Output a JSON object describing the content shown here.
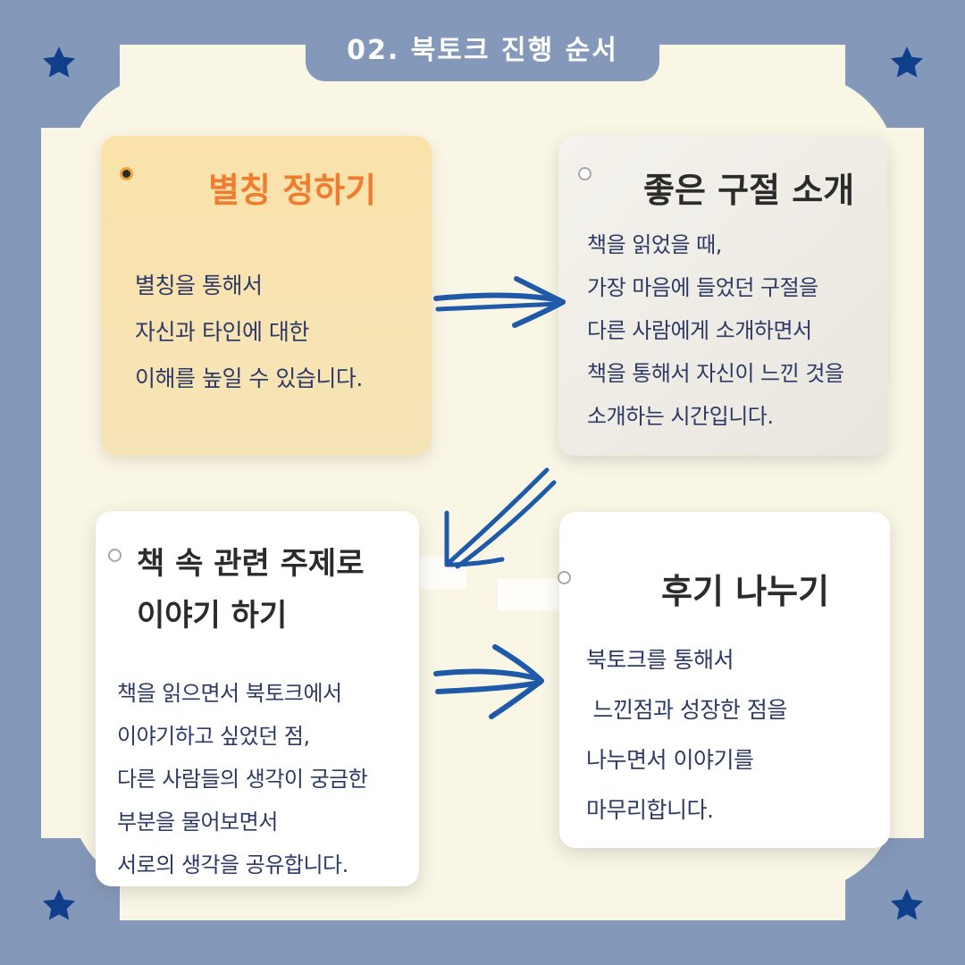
{
  "header": {
    "title": "02. 북토크 진행 순서"
  },
  "colors": {
    "background": "#8498b9",
    "board": "#faf6e6",
    "accent_orange": "#ee7d2f",
    "arrow_blue": "#1e5aa8",
    "star": "#0f3f8a",
    "body_text": "#2e3a66"
  },
  "decorations": {
    "stars": [
      "star-icon",
      "star-icon",
      "star-icon",
      "star-icon"
    ],
    "arrows": [
      "arrow-right-icon",
      "arrow-down-left-icon",
      "arrow-right-icon"
    ]
  },
  "steps": [
    {
      "title": "별칭 정하기",
      "lines": [
        "별칭을 통해서",
        "자신과 타인에 대한",
        "이해를 높일 수 있습니다."
      ]
    },
    {
      "title": "좋은 구절 소개",
      "lines": [
        "책을 읽었을 때,",
        "가장 마음에 들었던 구절을",
        "다른 사람에게 소개하면서",
        "책을 통해서 자신이 느낀 것을",
        "소개하는 시간입니다."
      ]
    },
    {
      "title_lines": [
        "책 속 관련 주제로",
        "이야기 하기"
      ],
      "lines": [
        "책을 읽으면서 북토크에서",
        "이야기하고 싶었던 점,",
        "다른 사람들의 생각이 궁금한",
        "부분을 물어보면서",
        "서로의 생각을 공유합니다."
      ]
    },
    {
      "title": "후기 나누기",
      "lines": [
        "북토크를 통해서",
        " 느낀점과 성장한 점을",
        "나누면서 이야기를",
        "마무리합니다."
      ]
    }
  ]
}
